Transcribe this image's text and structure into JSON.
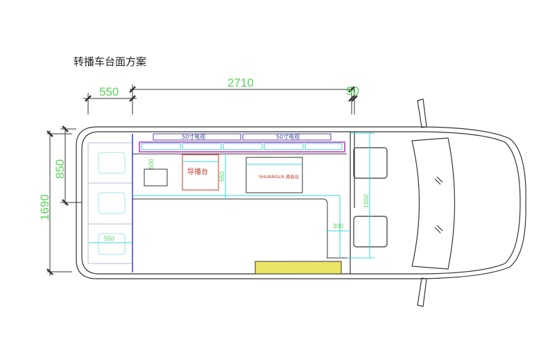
{
  "title": "转播车台面方案",
  "dimensions": {
    "rear_width": "550",
    "mid_length": "2710",
    "front_gap": "50",
    "half_width": "850",
    "total_width": "1690",
    "console_depth": "550",
    "seat_width": "550",
    "aisle": "300",
    "cab_width": "1550",
    "rack_depth": "500"
  },
  "labels": {
    "tv_left": "50寸电视",
    "tv_right": "50寸电视",
    "director_desk": "导播台",
    "mixer_desk": "SHUANGLN 调音台"
  },
  "colors": {
    "dimension": "#5ad35a",
    "cyan": "#37d6d6",
    "magenta": "#c02ac0",
    "desk": "#c0392b",
    "floor_hatch": "#f5f07a"
  }
}
